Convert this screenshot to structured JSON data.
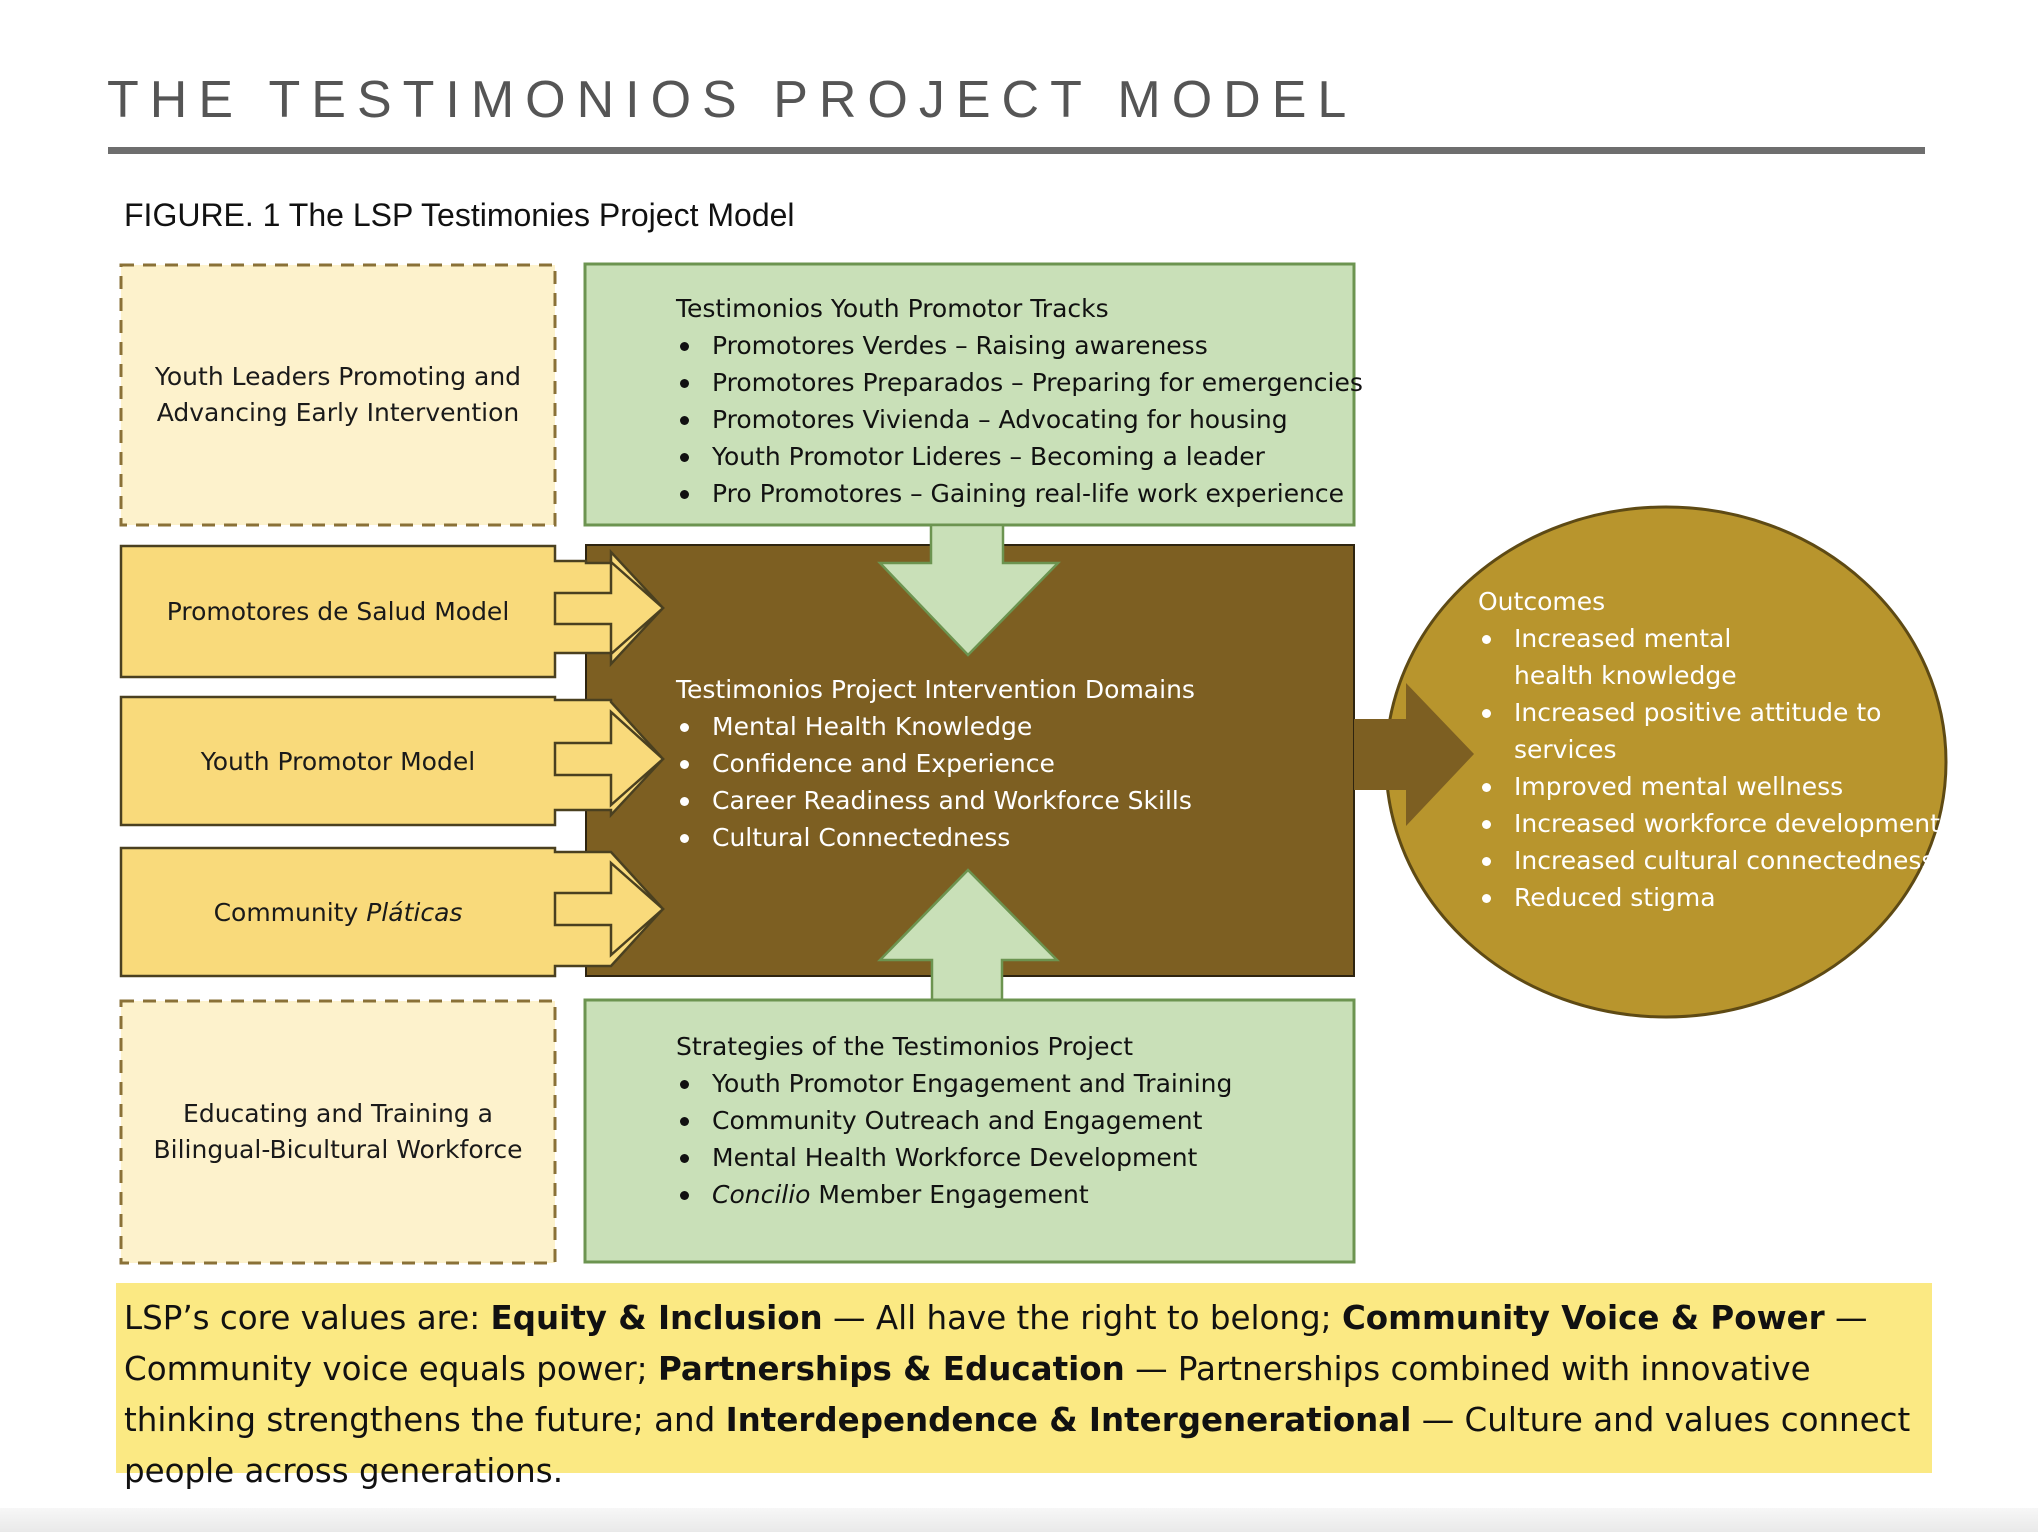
{
  "header": {
    "title": "THE TESTIMONIOS PROJECT MODEL",
    "figure_caption": "FIGURE. 1 The LSP Testimonies Project Model"
  },
  "left_boxes": {
    "top_dashed": "Youth Leaders Promoting and Advancing Early Intervention",
    "promotores_salud": "Promotores de Salud Model",
    "youth_promotor": "Youth Promotor Model",
    "community_prefix": "Community",
    "community_italic": "Pláticas",
    "bottom_dashed": "Educating and Training a Bilingual-Bicultural Workforce"
  },
  "tracks": {
    "heading": "Testimonios Youth Promotor Tracks",
    "items": [
      "Promotores Verdes – Raising awareness",
      "Promotores Preparados – Preparing for emergencies",
      "Promotores Vivienda – Advocating for housing",
      "Youth Promotor Lideres – Becoming a leader",
      "Pro Promotores – Gaining real-life work experience"
    ]
  },
  "domains": {
    "heading": "Testimonios Project Intervention Domains",
    "items": [
      "Mental Health Knowledge",
      "Confidence and Experience",
      "Career Readiness and Workforce Skills",
      "Cultural Connectedness"
    ]
  },
  "strategies": {
    "heading": "Strategies of the Testimonios Project",
    "items": [
      "Youth Promotor Engagement and Training",
      "Community Outreach and Engagement",
      "Mental Health Workforce Development"
    ],
    "last_italic": "Concilio",
    "last_rest": " Member Engagement"
  },
  "outcomes": {
    "heading": "Outcomes",
    "items": [
      "Increased mental health knowledge",
      "Increased positive attitude to services",
      "Improved mental wellness",
      "Increased workforce development",
      "Increased cultural connectedness",
      "Reduced stigma"
    ]
  },
  "core_values": {
    "intro": "LSP’s core values are: ",
    "v1_bold": "Equity & Inclusion",
    "v1_text": " — All have the right to belong; ",
    "v2_bold": "Community Voice & Power",
    "v2_text": " — Community voice equals power; ",
    "v3_bold": "Partnerships & Education",
    "v3_text": " — Partnerships combined with innovative thinking strengthens the future; and ",
    "v4_bold": "Interdependence & Intergenerational",
    "v4_text": " — Culture and values connect people across generations."
  },
  "colors": {
    "light_yellow": "#fdf2cc",
    "medium_yellow": "#f9da7b",
    "light_green": "#c9e0b8",
    "green_border": "#6c9450",
    "dark_olive": "#7d5f22",
    "gold_circle": "#b8952d",
    "values_yellow": "#fbe983"
  }
}
